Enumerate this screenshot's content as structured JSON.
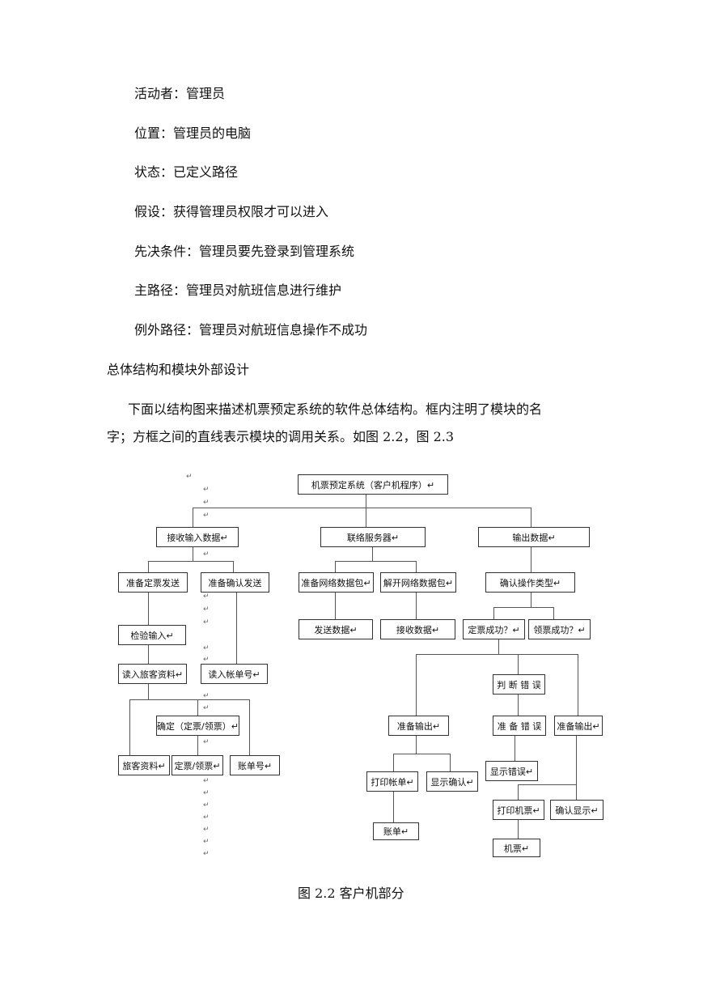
{
  "text": {
    "actor": "活动者：管理员",
    "location": "位置：管理员的电脑",
    "status": "状态：已定义路径",
    "assumption": "假设：获得管理员权限才可以进入",
    "precondition": "先决条件：管理员要先登录到管理系统",
    "main_path": "主路径：管理员对航班信息进行维护",
    "exception_path": "例外路径：管理员对航班信息操作不成功",
    "section_title": "总体结构和模块外部设计",
    "intro_line1": "下面以结构图来描述机票预定系统的软件总体结构。框内注明了模块的名",
    "intro_line2": "字；方框之间的直线表示模块的调用关系。如图 2.2，图 2.3",
    "caption": "图 2.2 客户机部分"
  },
  "diagram": {
    "root": "机票预定系统（客户机程序）↵",
    "receive_input": "接收输入数据↵",
    "connect_server": "联络服务器↵",
    "output_data": "输出数据↵",
    "prepare_reserve": "准备定票发送",
    "prepare_confirm": "准备确认发送",
    "prepare_packet": "准备网络数据包↵",
    "unpack_packet": "解开网络数据包↵",
    "confirm_op_type": "确认操作类型↵",
    "check_input": "检验输入↵",
    "send_data": "发送数据↵",
    "receive_data": "接收数据↵",
    "reserve_success": "定票成功？↵",
    "collect_success": "领票成功？↵",
    "read_passenger": "读入旅客资料↵",
    "read_account": "读入帐单号↵",
    "judge_error": "判 断 错 误",
    "confirm_reserve": "确定（定票/领票）↵",
    "prepare_output_1": "准备输出↵",
    "prepare_error": "准 备 错 误",
    "prepare_output_2": "准备输出↵",
    "passenger_data": "旅客资料↵",
    "reserve_collect": "定票/领票↵",
    "account_no": "账单号↵",
    "print_bill": "打印帐单↵",
    "show_confirm": "显示确认↵",
    "show_error": "显示错误↵",
    "print_ticket": "打印机票↵",
    "confirm_display": "确认显示↵",
    "bill": "账单↵",
    "ticket": "机票↵",
    "return_mark": "↵"
  }
}
